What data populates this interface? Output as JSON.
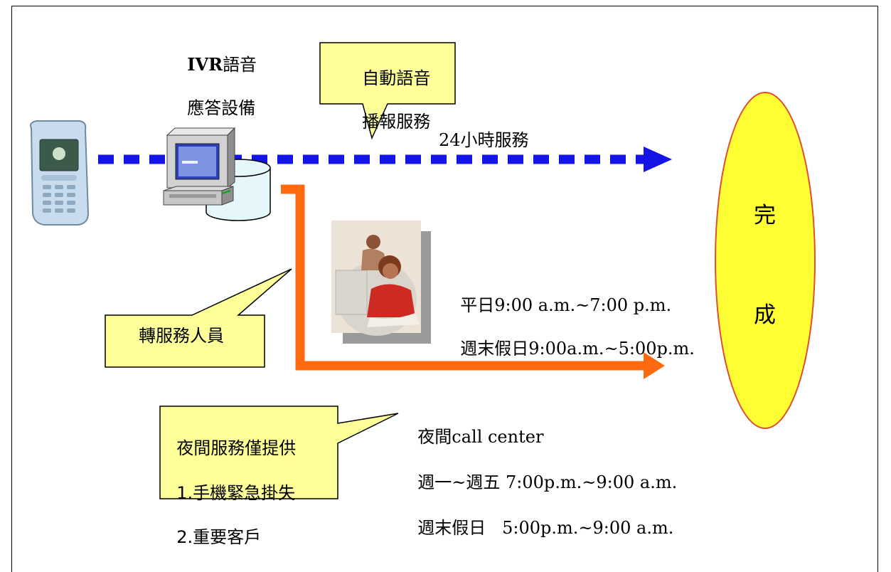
{
  "ivr": {
    "line1_bold": "IVR",
    "line1_rest": "語音",
    "line2": "應答設備"
  },
  "callouts": {
    "auto_voice": {
      "line1": "自動語音",
      "line2": "播報服務"
    },
    "transfer": {
      "text": "轉服務人員"
    },
    "night": {
      "line1": "夜間服務僅提供",
      "line2": "1.手機緊急掛失",
      "line3": "2.重要客戶"
    }
  },
  "labels": {
    "hours_24": "24小時服務",
    "weekday": "平日9:00 a.m.~7:00 p.m.",
    "weekend": "週末假日9:00a.m.~5:00p.m.",
    "night_title": "夜間call center",
    "night_weekday": "週一~週五 7:00p.m.~9:00 a.m.",
    "night_weekend": "週末假日   5:00p.m.~9:00 a.m."
  },
  "done": {
    "char1": "完",
    "char2": "成"
  },
  "colors": {
    "blue_arrow": "#1414e6",
    "orange_arrow": "#ff6a10",
    "callout_fill": "#ffff99",
    "ellipse_fill": "#ffff33",
    "ellipse_stroke": "#e05030"
  }
}
